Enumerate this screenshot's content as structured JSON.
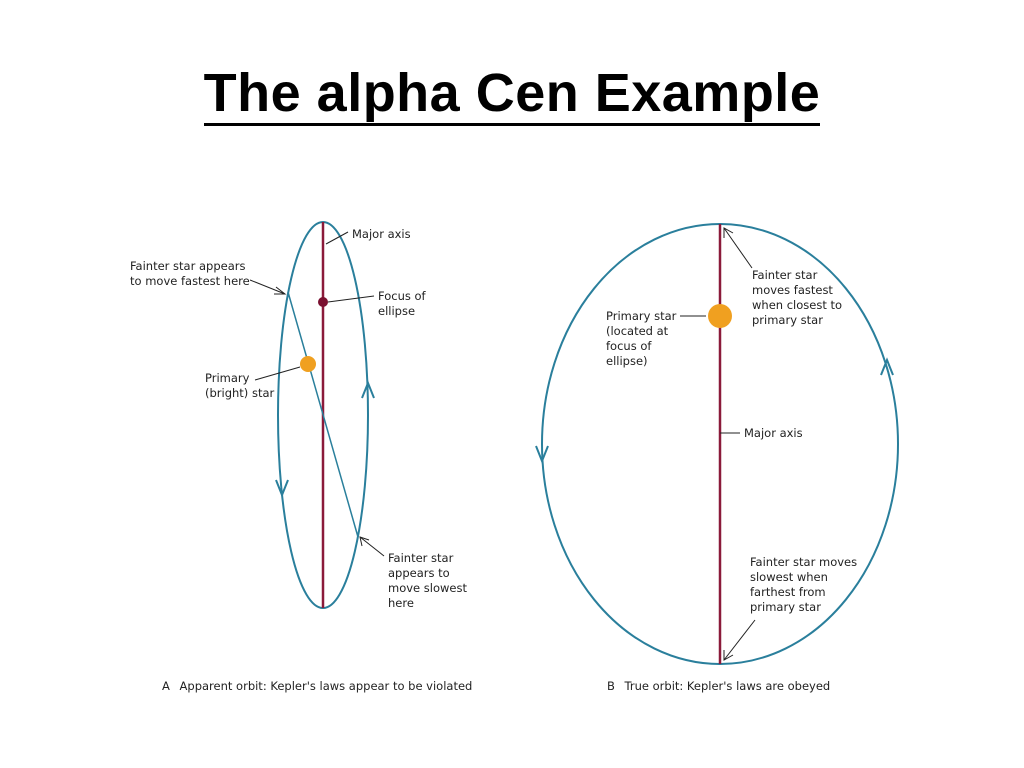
{
  "title": "The alpha Cen Example",
  "colors": {
    "orbit": "#2a7f9c",
    "axis": "#8b1a3a",
    "star": "#f0a020",
    "focus": "#7a1030"
  },
  "panel_a": {
    "labels": {
      "major_axis": [
        "Major axis"
      ],
      "fastest": [
        "Fainter star appears",
        "to move fastest here"
      ],
      "focus": [
        "Focus of",
        "ellipse"
      ],
      "primary": [
        "Primary",
        "(bright) star"
      ],
      "slowest": [
        "Fainter star",
        "appears to",
        "move slowest",
        "here"
      ]
    },
    "caption_letter": "A",
    "caption_text": "Apparent orbit: Kepler's laws appear to be violated"
  },
  "panel_b": {
    "labels": {
      "fastest": [
        "Fainter star",
        "moves fastest",
        "when closest to",
        "primary star"
      ],
      "primary": [
        "Primary star",
        "(located at",
        "focus of",
        "ellipse)"
      ],
      "major_axis": [
        "Major axis"
      ],
      "slowest": [
        "Fainter star moves",
        "slowest when",
        "farthest from",
        "primary star"
      ]
    },
    "caption_letter": "B",
    "caption_text": "True orbit: Kepler's laws are obeyed"
  }
}
